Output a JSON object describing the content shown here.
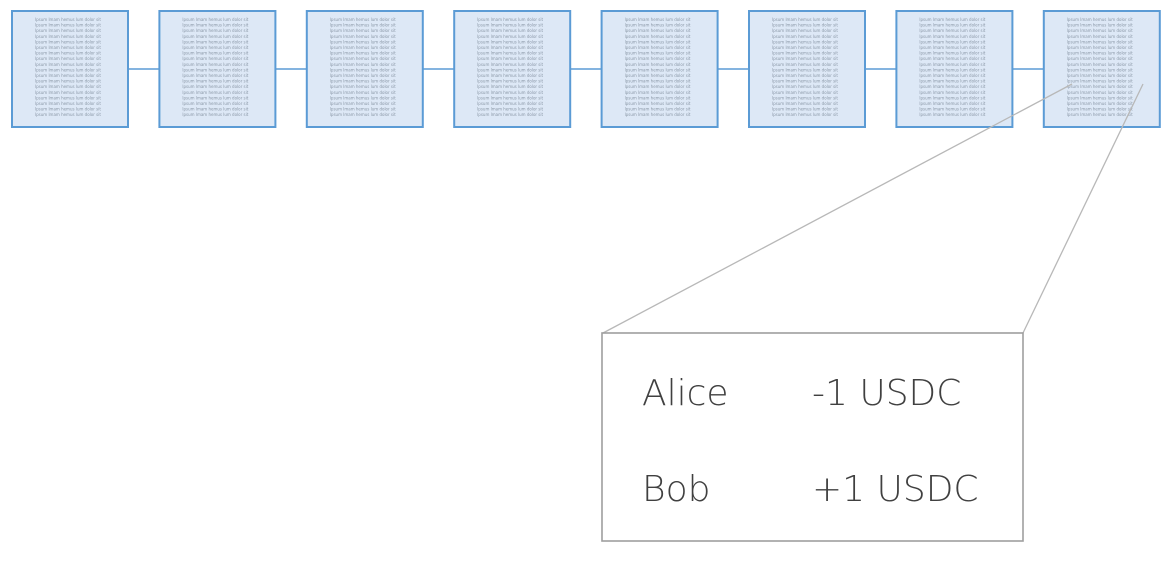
{
  "colors": {
    "block_fill": "#dde8f6",
    "block_border": "#5b9bd5",
    "chain_link": "#5b9bd5",
    "zoom_line": "#b8b8b8",
    "ledger_border": "#9e9e9e",
    "ledger_text": "#404040"
  },
  "blocks": {
    "count": 8,
    "filler_line": "lpsum lmam hemus lum dolor sit"
  },
  "ledger": {
    "rows": [
      {
        "name": "Alice",
        "amount": "-1 USDC"
      },
      {
        "name": "Bob",
        "amount": "+1 USDC"
      }
    ]
  }
}
